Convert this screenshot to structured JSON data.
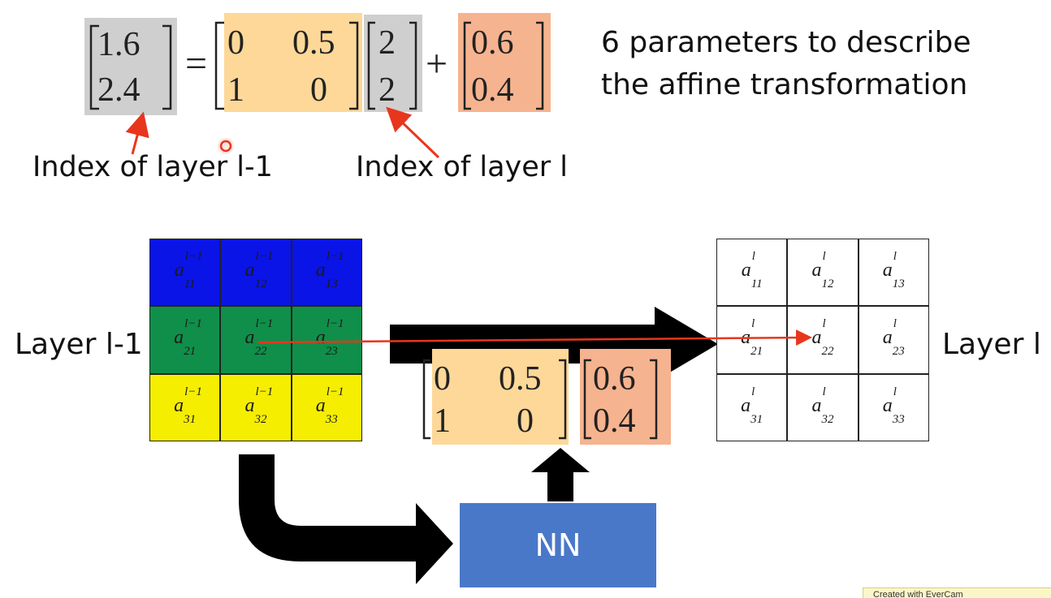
{
  "top_equation": {
    "vector_left": [
      "1.6",
      "2.4"
    ],
    "equals": "=",
    "matrix": [
      [
        "0",
        "0.5"
      ],
      [
        "1",
        "0"
      ]
    ],
    "vector_input": [
      "2",
      "2"
    ],
    "plus": "+",
    "bias": [
      "0.6",
      "0.4"
    ],
    "description_line1": "6 parameters to describe",
    "description_line2": "the affine transformation",
    "label_left": "Index of layer l-1",
    "label_right": "Index of layer l"
  },
  "layer_prev": {
    "label": "Layer l-1",
    "superscript": "l−1",
    "cells": [
      {
        "base": "a",
        "sub": "11"
      },
      {
        "base": "a",
        "sub": "12"
      },
      {
        "base": "a",
        "sub": "13"
      },
      {
        "base": "a",
        "sub": "21"
      },
      {
        "base": "a",
        "sub": "22"
      },
      {
        "base": "a",
        "sub": "23"
      },
      {
        "base": "a",
        "sub": "31"
      },
      {
        "base": "a",
        "sub": "32"
      },
      {
        "base": "a",
        "sub": "33"
      }
    ],
    "row_colors": [
      "#0a14e6",
      "#0f8f4a",
      "#f5ee00"
    ]
  },
  "layer_next": {
    "label": "Layer l",
    "superscript": "l",
    "cells": [
      {
        "base": "a",
        "sub": "11"
      },
      {
        "base": "a",
        "sub": "12"
      },
      {
        "base": "a",
        "sub": "13"
      },
      {
        "base": "a",
        "sub": "21"
      },
      {
        "base": "a",
        "sub": "22"
      },
      {
        "base": "a",
        "sub": "23"
      },
      {
        "base": "a",
        "sub": "31"
      },
      {
        "base": "a",
        "sub": "32"
      },
      {
        "base": "a",
        "sub": "33"
      }
    ]
  },
  "middle": {
    "matrix": [
      [
        "0",
        "0.5"
      ],
      [
        "1",
        "0"
      ]
    ],
    "bias": [
      "0.6",
      "0.4"
    ]
  },
  "nn_box": {
    "label": "NN"
  },
  "watermark": {
    "text": "Created with EverCam"
  },
  "colors": {
    "gray_box": "#cfcfcf",
    "matrix_fill": "#fdd898",
    "bias_fill": "#f6b38f",
    "nn_fill": "#4a78c8",
    "arrow_red": "#e8361d"
  }
}
